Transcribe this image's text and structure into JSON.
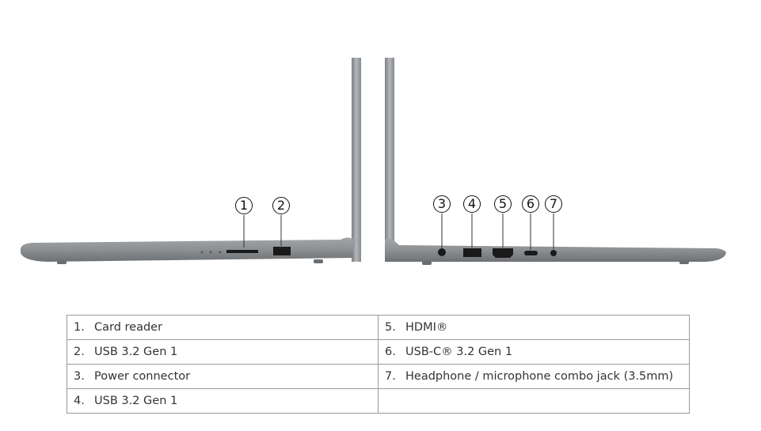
{
  "callouts": [
    "1",
    "2",
    "3",
    "4",
    "5",
    "6",
    "7"
  ],
  "table": {
    "rows": [
      [
        {
          "num": "1.",
          "label": "Card reader"
        },
        {
          "num": "5.",
          "label": "HDMI®"
        }
      ],
      [
        {
          "num": "2.",
          "label": "USB 3.2 Gen 1"
        },
        {
          "num": "6.",
          "label": "USB-C® 3.2 Gen 1"
        }
      ],
      [
        {
          "num": "3.",
          "label": "Power connector"
        },
        {
          "num": "7.",
          "label": "Headphone / microphone combo jack (3.5mm)"
        }
      ],
      [
        {
          "num": "4.",
          "label": "USB 3.2 Gen 1"
        },
        {
          "num": "",
          "label": ""
        }
      ]
    ]
  },
  "colors": {
    "chassis": "#8e9194",
    "chassis_dark": "#6f7275",
    "port": "#1a1a1a"
  }
}
